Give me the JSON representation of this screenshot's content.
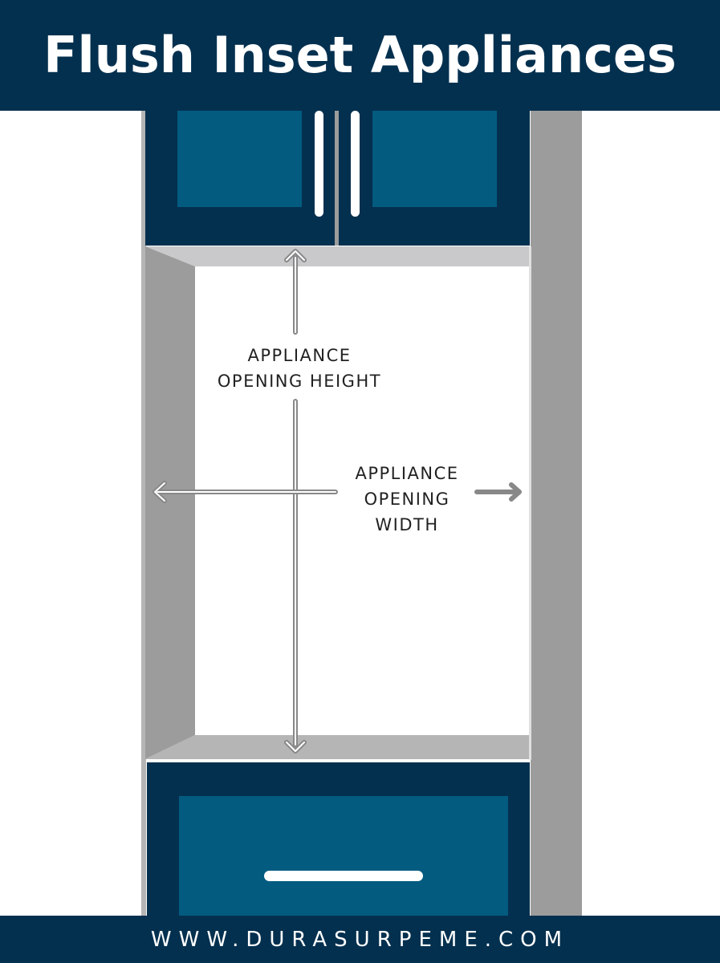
{
  "header": {
    "title": "Flush Inset Appliances"
  },
  "labels": {
    "height_line1": "APPLIANCE",
    "height_line2": "OPENING HEIGHT",
    "width_line1": "APPLIANCE",
    "width_line2": "OPENING",
    "width_line3": "WIDTH"
  },
  "footer": {
    "url": "WWW.DURASURPEME.COM"
  },
  "colors": {
    "navy": "#04304f",
    "panel_blue": "#035b80",
    "cabinet_gray": "#9c9c9c",
    "shelf_gray": "#c9c9cb",
    "arrow_gray": "#888888",
    "white": "#ffffff"
  }
}
